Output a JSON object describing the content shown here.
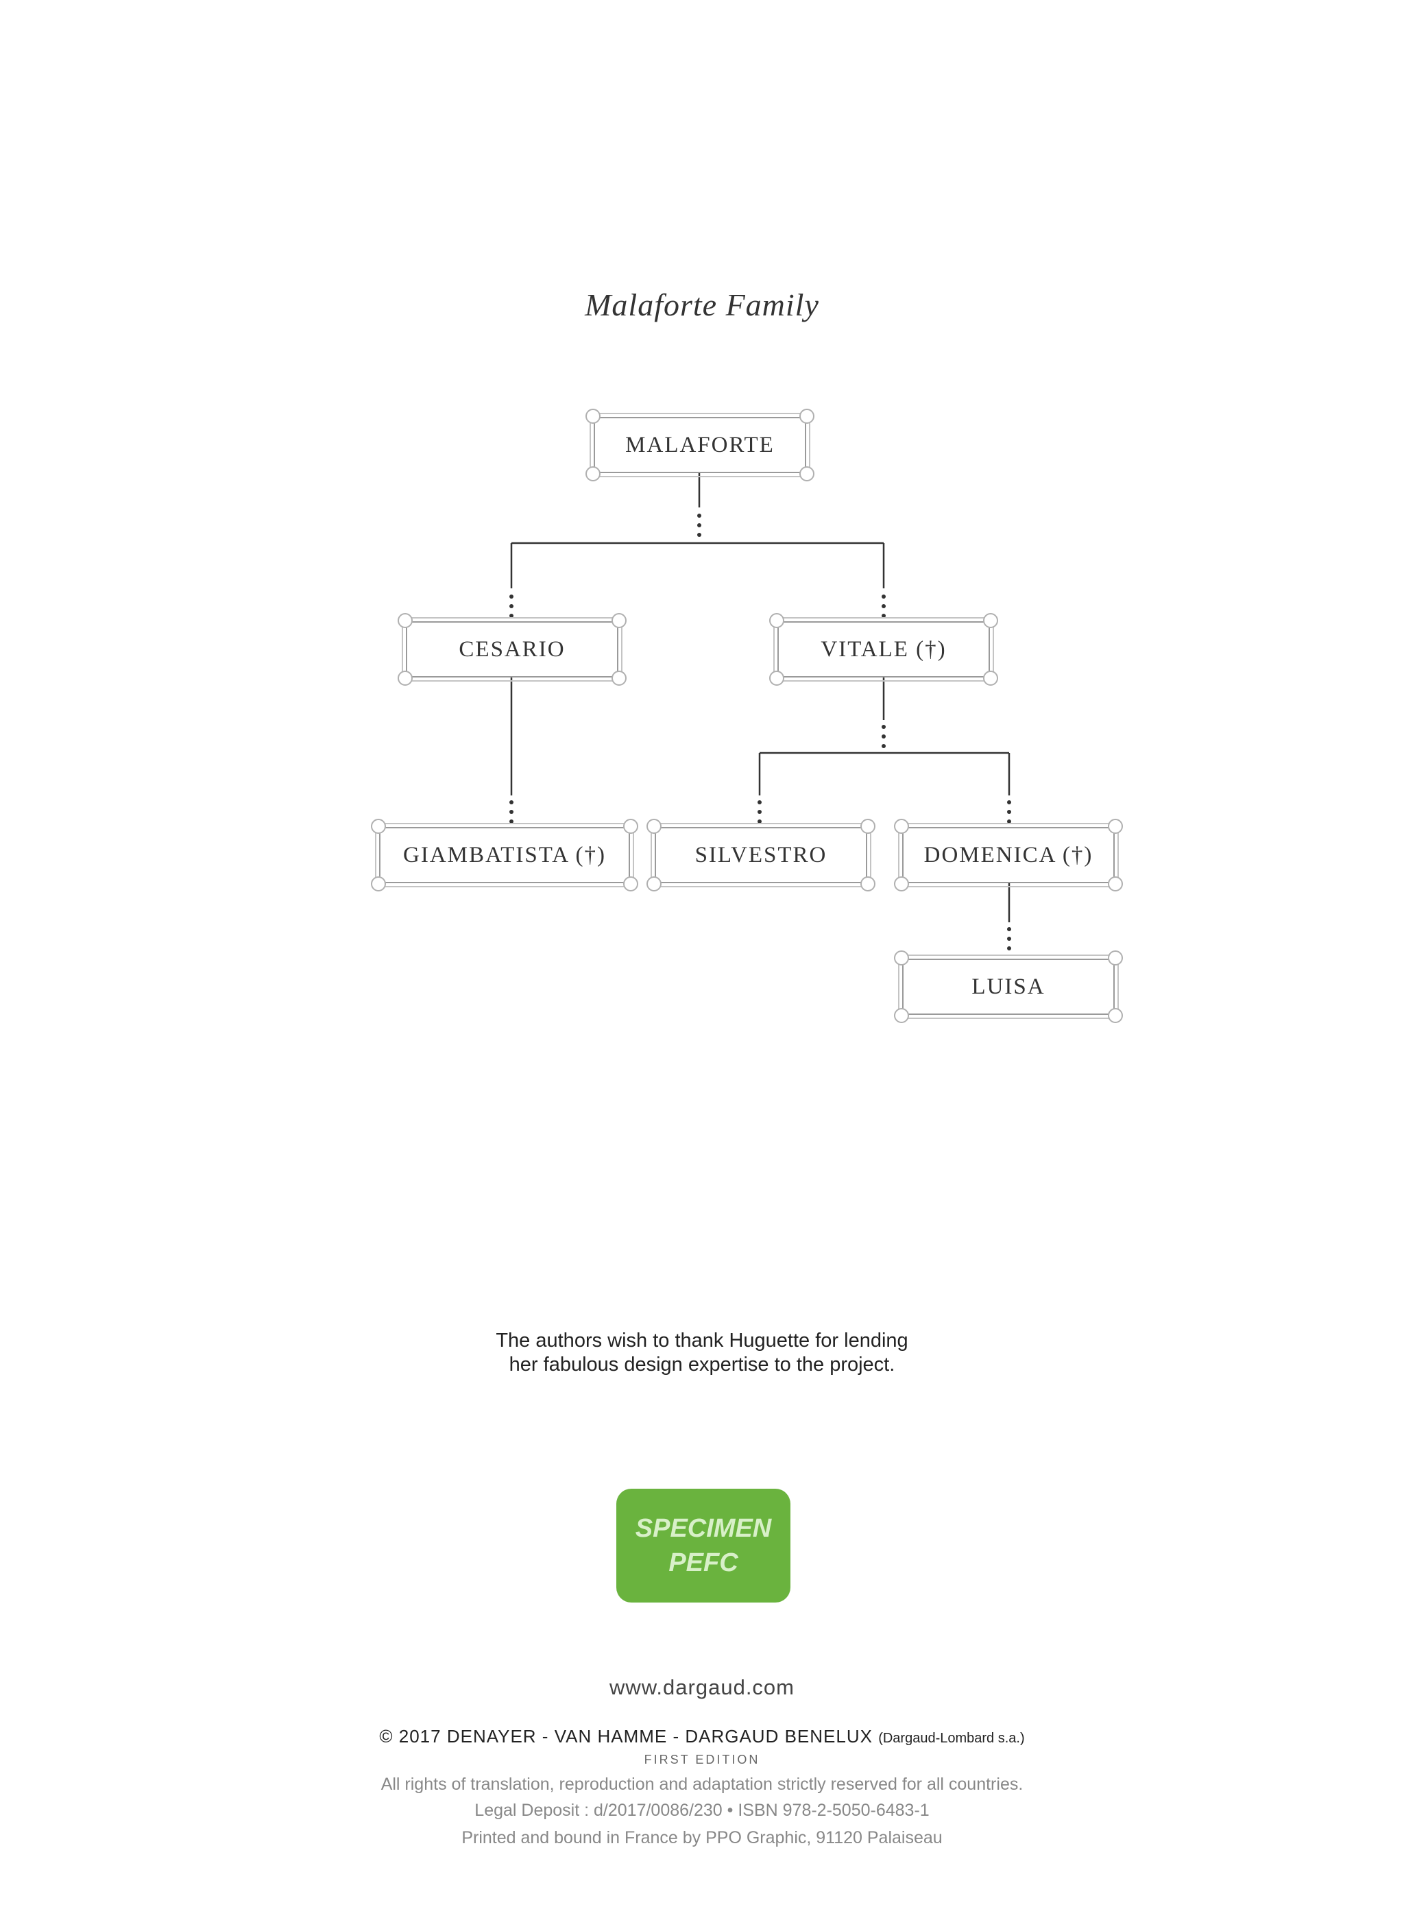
{
  "title": "Malaforte Family",
  "tree": {
    "root": "MALAFORTE",
    "cesario": "CESARIO",
    "vitale": "VITALE (†)",
    "giambatista": "GIAMBATISTA (†)",
    "silvestro": "SILVESTRO",
    "domenica": "DOMENICA (†)",
    "luisa": "LUISA"
  },
  "thanks": {
    "line1": "The authors wish to thank Huguette for lending",
    "line2": "her fabulous design expertise to the project."
  },
  "badge": {
    "line1": "SPECIMEN",
    "line2": "PEFC",
    "color": "#6ab33e"
  },
  "footer": {
    "url": "www.dargaud.com",
    "copyright": "© 2017 DENAYER - VAN HAMME - DARGAUD BENELUX",
    "copyright_small": "(Dargaud-Lombard s.a.)",
    "edition": "FIRST EDITION",
    "rights": "All rights of translation, reproduction and adaptation strictly reserved for all countries.",
    "legal": "Legal Deposit : d/2017/0086/230 • ISBN 978-2-5050-6483-1",
    "printed": "Printed and bound in France by PPO Graphic, 91120 Palaiseau"
  }
}
